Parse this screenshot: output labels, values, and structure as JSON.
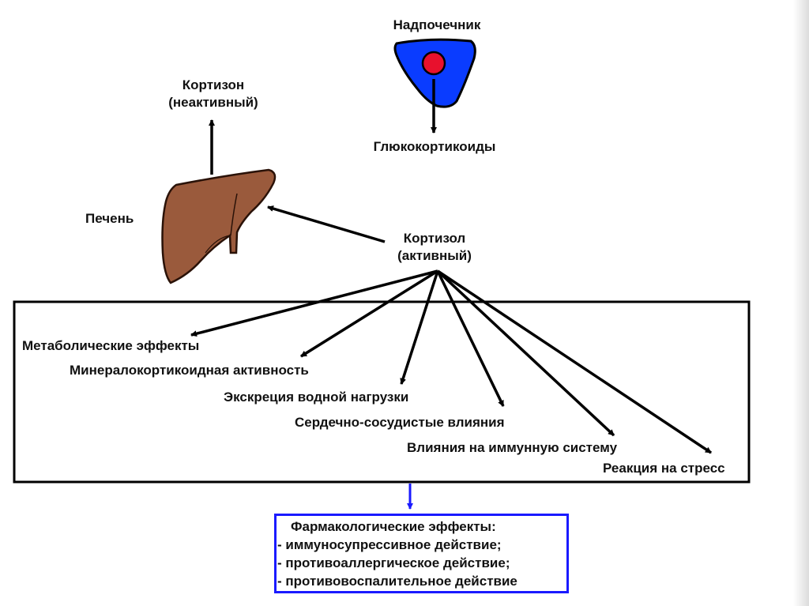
{
  "labels": {
    "adrenal": "Надпочечник",
    "glucocorticoids": "Глюкокортикоиды",
    "cortisone_name": "Кортизон",
    "cortisone_state": "(неактивный)",
    "liver": "Печень",
    "cortisol_name": "Кортизол",
    "cortisol_state": "(активный)"
  },
  "effects": [
    "Метаболические эффекты",
    "Минералокортикоидная активность",
    "Экскреция водной нагрузки",
    "Сердечно-сосудистые влияния",
    "Влияния на иммунную систему",
    "Реакция на стресс"
  ],
  "pharmacology": {
    "title": "Фармакологические эффекты:",
    "items": [
      "- иммуносупрессивное действие;",
      "- противоаллергическое действие;",
      "- противовоспалительное действие"
    ]
  },
  "colors": {
    "adrenal_fill": "#0a3cff",
    "adrenal_core": "#e8112d",
    "liver_fill": "#9a5a3c",
    "pharma_border": "#1a1aff",
    "arrow": "#000000"
  }
}
